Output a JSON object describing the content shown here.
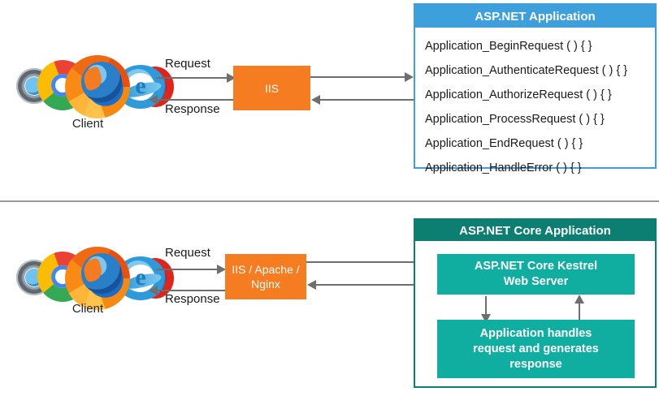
{
  "diagram": {
    "title": "ASP.NET vs ASP.NET Core request pipeline",
    "colors": {
      "orange": "#f57c20",
      "blue": "#3d9fdb",
      "teal_dark": "#0d7f72",
      "teal_light": "#0faea0",
      "arrow_gray": "#6e6e6e",
      "divider_gray": "#9a9a9a"
    }
  },
  "top_section": {
    "client": {
      "label": "Client",
      "browsers": [
        "safari-icon",
        "chrome-icon",
        "firefox-icon",
        "internet-explorer-icon",
        "opera-icon"
      ]
    },
    "request_label": "Request",
    "response_label": "Response",
    "server_box": {
      "label": "IIS"
    },
    "app_panel": {
      "header": "ASP.NET Application",
      "methods": [
        "Application_BeginRequest ( ) { }",
        "Application_AuthenticateRequest ( ) { }",
        "Application_AuthorizeRequest ( ) { }",
        "Application_ProcessRequest ( ) { }",
        "Application_EndRequest ( ) { }",
        "Application_HandleError ( ) { }"
      ]
    }
  },
  "bottom_section": {
    "client": {
      "label": "Client",
      "browsers": [
        "safari-icon",
        "chrome-icon",
        "firefox-icon",
        "internet-explorer-icon",
        "opera-icon"
      ]
    },
    "request_label": "Request",
    "response_label": "Response",
    "server_box": {
      "line1": "IIS / Apache /",
      "line2": "Nginx"
    },
    "app_panel": {
      "header": "ASP.NET Core Application",
      "kestrel_card": {
        "line1": "ASP.NET Core Kestrel",
        "line2": "Web Server"
      },
      "handler_card": {
        "line1": "Application handles",
        "line2": "request and generates",
        "line3": "response"
      }
    }
  }
}
